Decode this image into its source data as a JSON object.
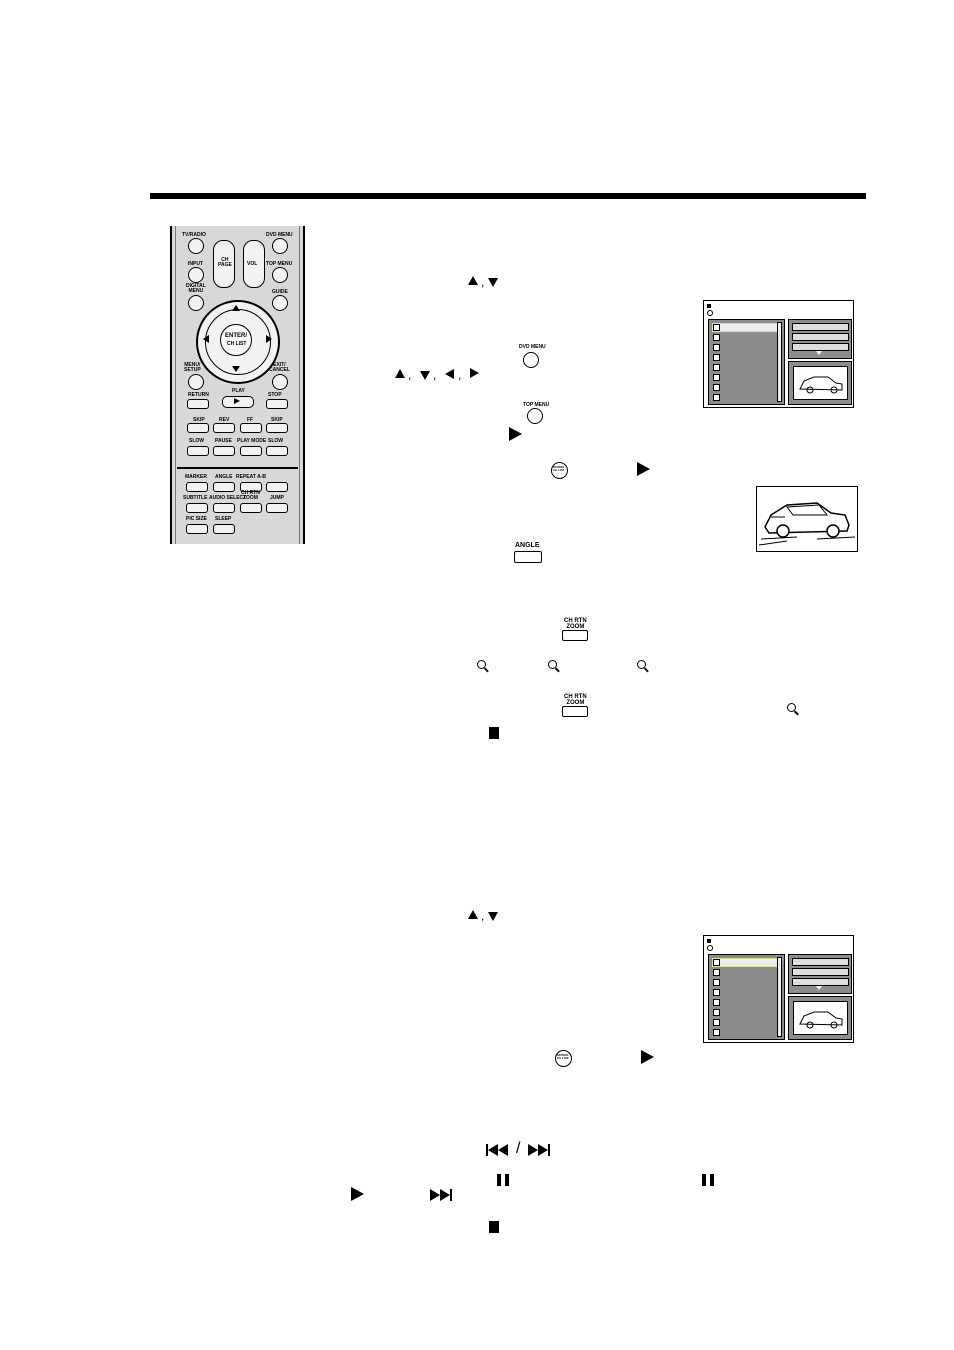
{
  "remote": {
    "labels": {
      "tv_radio": "TV/RADIO",
      "dvd_menu": "DVD MENU",
      "ch_page": "CH\nPAGE",
      "vol": "VOL",
      "input": "INPUT",
      "top_menu": "TOP MENU",
      "digital_menu": "DIGITAL\nMENU",
      "guide": "GUIDE",
      "enter": "ENTER/",
      "ch_list": "CH LIST",
      "menu_setup": "MENU/\nSETUP",
      "exit_cancel": "EXIT/\nCANCEL",
      "play": "PLAY",
      "return": "RETURN",
      "stop": "STOP",
      "skip_prev": "SKIP",
      "rev": "REV",
      "ff": "FF",
      "skip_next": "SKIP",
      "slow_left": "SLOW",
      "pause": "PAUSE",
      "play_mode": "PLAY MODE",
      "slow_right": "SLOW",
      "marker": "MARKER",
      "angle": "ANGLE",
      "repeat_ab": "REPEAT A-B",
      "subtitle": "SUBTITLE",
      "audio_select": "AUDIO SELECT",
      "ch_rtn_zoom": "CH RTN\nZOOM",
      "jump": "JUMP",
      "pic_size": "PIC SIZE",
      "sleep": "SLEEP"
    }
  },
  "inline_buttons": {
    "dvd_menu": "DVD MENU",
    "top_menu": "TOP MENU",
    "enter": "ENTER/\nCH LIST",
    "angle": "ANGLE",
    "ch_rtn_zoom": "CH RTN\nZOOM"
  },
  "separator": "/",
  "icons": [
    "up-triangle",
    "down-triangle",
    "left-triangle",
    "right-triangle",
    "play-icon",
    "stop-icon",
    "pause-icon",
    "skip-icon",
    "zoom-icon",
    "car-illustration"
  ]
}
